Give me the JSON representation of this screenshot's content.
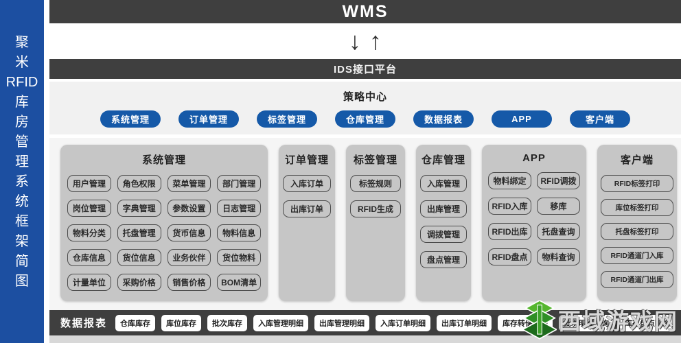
{
  "sidebar": {
    "chars": [
      "聚",
      "米",
      "RFID",
      "库",
      "房",
      "管",
      "理",
      "系",
      "统",
      "框",
      "架",
      "简",
      "图"
    ]
  },
  "header": {
    "title": "WMS",
    "down_arrow": "↓",
    "up_arrow": "↑",
    "ids_bar": "IDS接口平台"
  },
  "strategy": {
    "title": "策略中心",
    "pills": [
      "系统管理",
      "订单管理",
      "标签管理",
      "仓库管理",
      "数据报表",
      "APP",
      "客户端"
    ]
  },
  "columns": [
    {
      "title": "系统管理",
      "items": [
        "用户管理",
        "角色权限",
        "菜单管理",
        "部门管理",
        "岗位管理",
        "字典管理",
        "参数设置",
        "日志管理",
        "物料分类",
        "托盘管理",
        "货币信息",
        "物料信息",
        "仓库信息",
        "货位信息",
        "业务伙伴",
        "货位物料",
        "计量单位",
        "采购价格",
        "销售价格",
        "BOM清单"
      ]
    },
    {
      "title": "订单管理",
      "items": [
        "入库订单",
        "出库订单"
      ]
    },
    {
      "title": "标签管理",
      "items": [
        "标签规则",
        "RFID生成"
      ]
    },
    {
      "title": "仓库管理",
      "items": [
        "入库管理",
        "出库管理",
        "调拨管理",
        "盘点管理"
      ]
    },
    {
      "title": "APP",
      "items": [
        "物料绑定",
        "RFID调拨",
        "RFID入库",
        "移库",
        "RFID出库",
        "托盘查询",
        "RFID盘点",
        "物料查询"
      ]
    },
    {
      "title": "客户端",
      "items": [
        "RFID标签打印",
        "库位标签打印",
        "托盘标签打印",
        "RFID通道门入库",
        "RFID通道门出库"
      ]
    }
  ],
  "reports": {
    "label": "数据报表",
    "items": [
      "仓库库存",
      "库位库存",
      "批次库存",
      "入库管理明细",
      "出库管理明细",
      "入库订单明细",
      "出库订单明细",
      "库存转储明细",
      "批次明细查询",
      "库存盘点明细",
      "调拨明细查询"
    ]
  },
  "watermark": {
    "text": "西域游戏网"
  },
  "colors": {
    "sidebar_blue": "#1c4fa1",
    "pill_blue": "#1559a8",
    "bar_dark": "#3f3f3f",
    "panel_gray": "#c6c6c6",
    "watermark_green_light": "#55b62e",
    "watermark_green_dark": "#2f8f25"
  }
}
